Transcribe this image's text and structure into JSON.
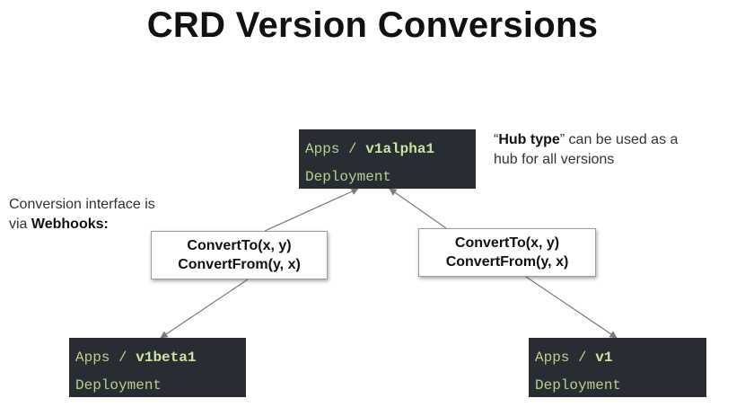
{
  "title": "CRD Version Conversions",
  "hub": {
    "group": "Apps",
    "separator": "/",
    "version": "v1alpha1",
    "kind": "Deployment"
  },
  "left_version": {
    "group": "Apps",
    "separator": "/",
    "version": "v1beta1",
    "kind": "Deployment"
  },
  "right_version": {
    "group": "Apps",
    "separator": "/",
    "version": "v1",
    "kind": "Deployment"
  },
  "left_conversion": {
    "to": "ConvertTo(x, y)",
    "from": "ConvertFrom(y, x)"
  },
  "right_conversion": {
    "to": "ConvertTo(x, y)",
    "from": "ConvertFrom(y, x)"
  },
  "hub_note": {
    "open_quote": "“",
    "bold": "Hub type",
    "close_quote": "”",
    "rest_line1": " can be used as a",
    "line2": "hub for all versions"
  },
  "webhook_note": {
    "line1": "Conversion interface is",
    "line2_prefix": "via ",
    "line2_bold": "Webhooks:"
  },
  "colors": {
    "box_background": "#282d33",
    "box_text": "#b5d28a",
    "arrow": "#7a7a7a"
  }
}
